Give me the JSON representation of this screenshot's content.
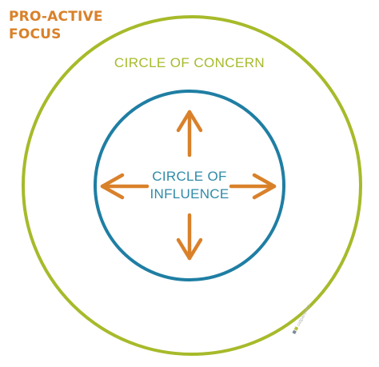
{
  "title": {
    "line1": "PRO-ACTIVE",
    "line2": "FOCUS"
  },
  "outer_circle": {
    "label": "CIRCLE OF CONCERN"
  },
  "inner_circle": {
    "label_line1": "CIRCLE OF",
    "label_line2": "INFLUENCE"
  },
  "arrows": [
    {
      "direction": "up"
    },
    {
      "direction": "down"
    },
    {
      "direction": "left"
    },
    {
      "direction": "right"
    }
  ],
  "logo": {
    "text": "cidpartners"
  },
  "colors": {
    "title": "#d9812a",
    "arrow": "#d9812a",
    "outer_circle": "#a7ba2a",
    "inner_circle": "#1f7ea3",
    "inner_text": "#2f8aa8"
  }
}
